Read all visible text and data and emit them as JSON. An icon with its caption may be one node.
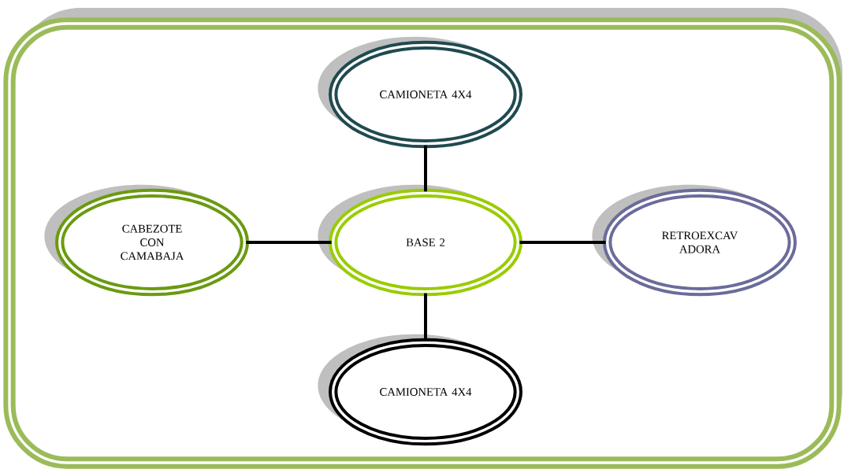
{
  "diagram": {
    "nodes": [
      {
        "text": [
          "CAMIONETA 4X4"
        ]
      },
      {
        "text": [
          "CABEZOTE CON CAMABAJA"
        ]
      },
      {
        "text": [
          "BASE 2"
        ]
      },
      {
        "text": [
          "RETROEXCAV ADORA"
        ]
      },
      {
        "text": [
          "CAMIONETA 4X4"
        ]
      }
    ],
    "edges": [
      {
        "from": 0,
        "to": 2,
        "arrow": "none"
      },
      {
        "from": 1,
        "to": 2,
        "arrow": "none"
      },
      {
        "from": 2,
        "to": 3,
        "arrow": "none"
      },
      {
        "from": 2,
        "to": 4,
        "arrow": "none"
      }
    ]
  }
}
